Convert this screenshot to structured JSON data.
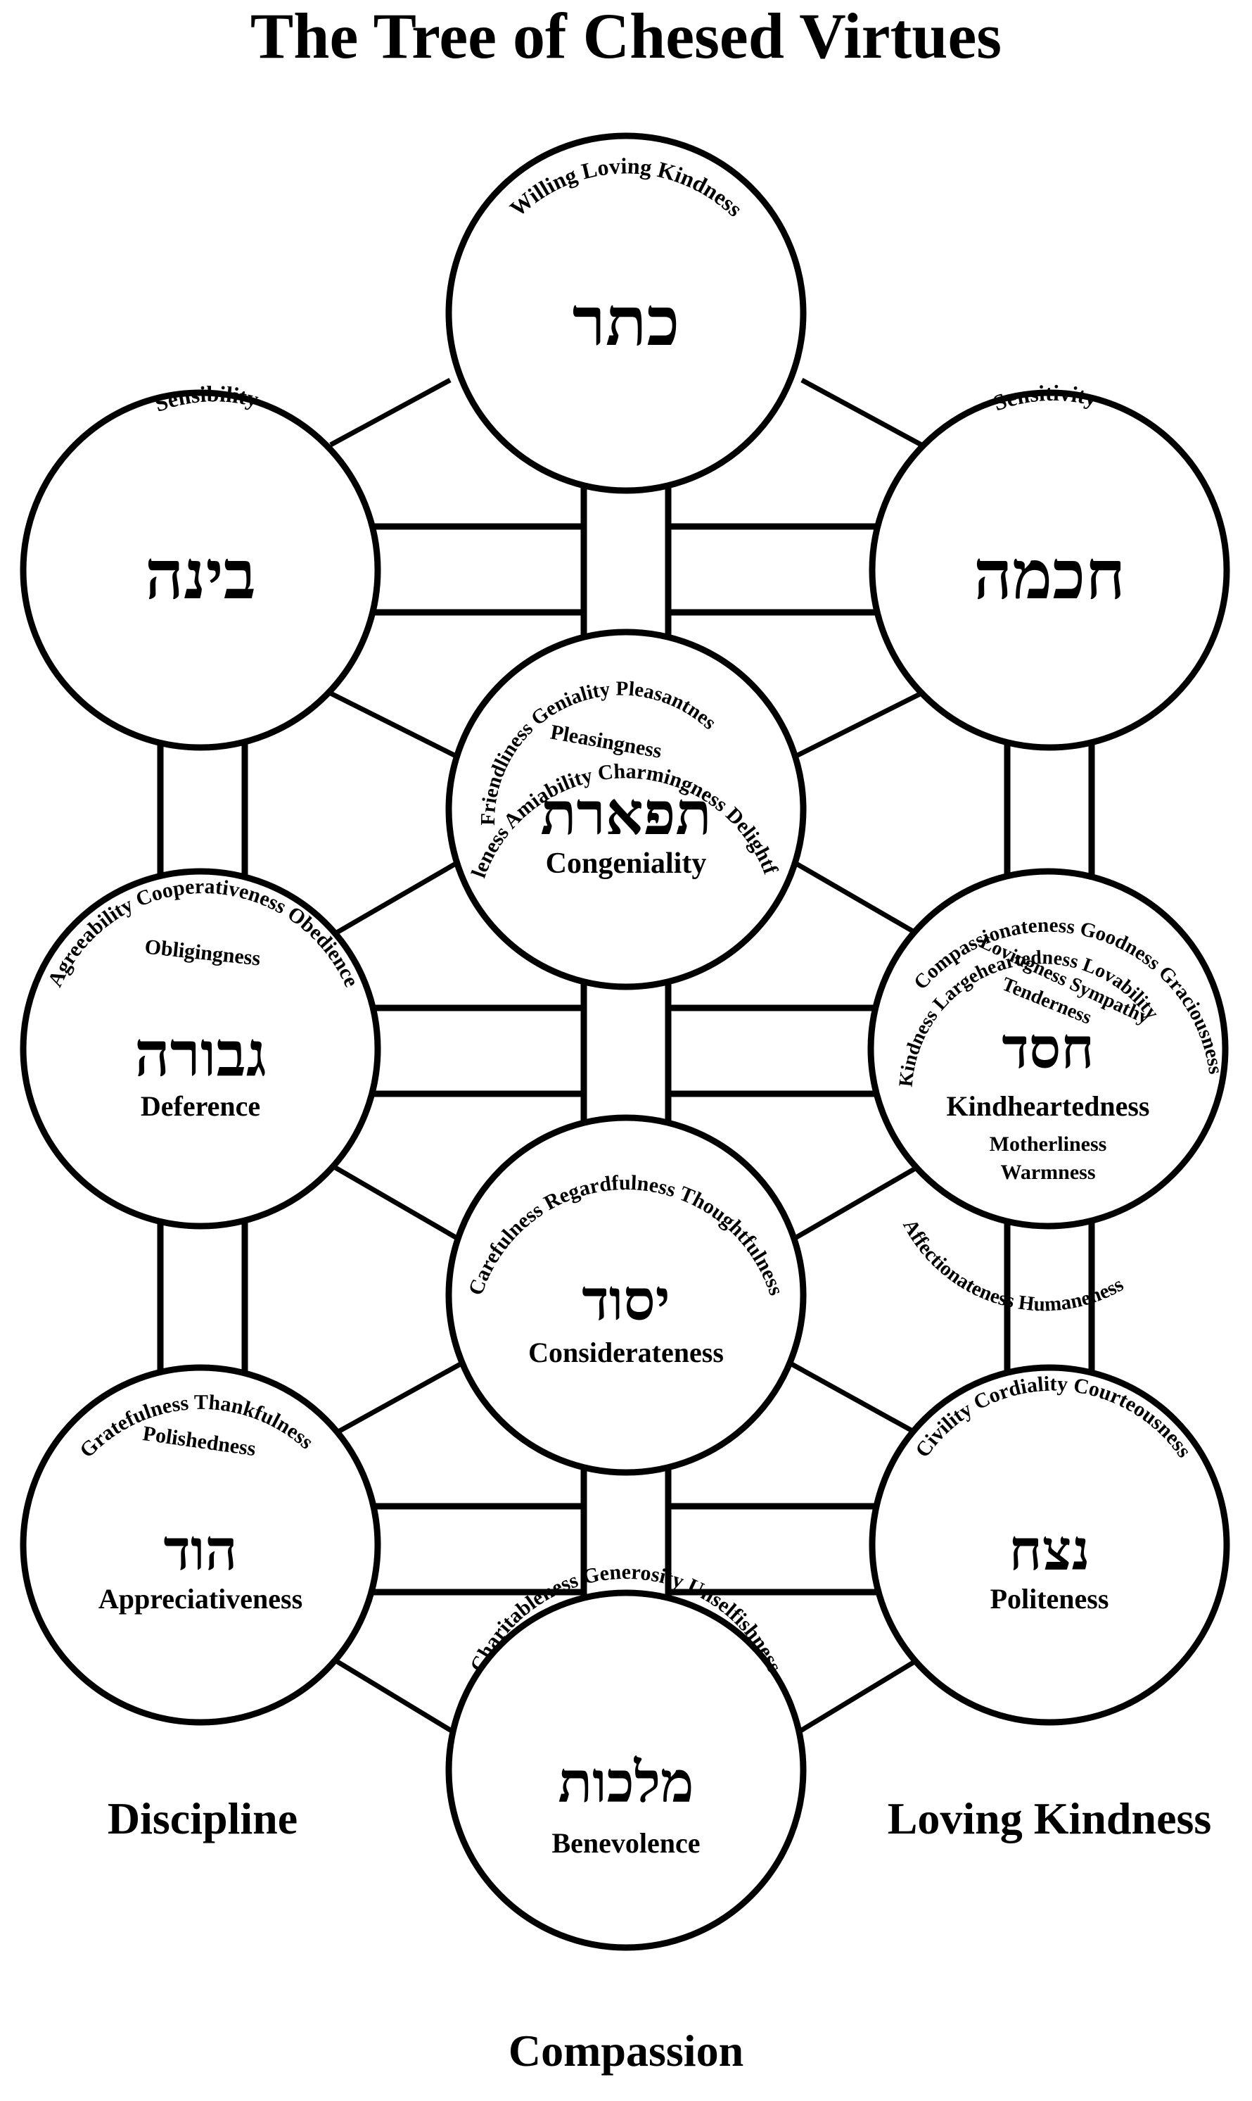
{
  "title": "The Tree of Chesed Virtues",
  "pillars": {
    "left": "Discipline",
    "right": "Loving Kindness",
    "bottom": "Compassion"
  },
  "sefirot": {
    "keter": {
      "hebrew": "כתר",
      "virtue": "",
      "arc_top": "Willing Loving Kindness",
      "arc_inner": "",
      "arc_bottom": "",
      "sub": []
    },
    "binah": {
      "hebrew": "בינה",
      "virtue": "",
      "arc_top": "Sensibility",
      "arc_inner": "",
      "arc_bottom": "",
      "sub": []
    },
    "chokhmah": {
      "hebrew": "חכמה",
      "virtue": "",
      "arc_top": "Sensitivity",
      "arc_inner": "",
      "arc_bottom": "",
      "sub": []
    },
    "tiferet": {
      "hebrew": "תפארת",
      "virtue": "Congeniality",
      "arc_top": "Affableness Amiability Charmingness Delightfulness",
      "arc_inner": "Friendliness Geniality Pleasantness",
      "arc_bottom": "",
      "sub": [
        "Pleasingness"
      ]
    },
    "gevurah": {
      "hebrew": "גבורה",
      "virtue": "Deference",
      "arc_top": "Agreeability Cooperativeness Obedience",
      "arc_inner": "",
      "arc_bottom": "",
      "sub": [
        "Obligingness"
      ]
    },
    "chesed": {
      "hebrew": "חסד",
      "virtue": "Kindheartedness",
      "arc_top": "Compassionateness Goodness Graciousness",
      "arc_inner": "Kindness Largeheartedness Lovability",
      "arc_bottom": "Affectionateness Humaneness",
      "sub": [
        "Lovingness Sympathy",
        "Tenderness",
        "Motherliness",
        "Warmness"
      ]
    },
    "yesod": {
      "hebrew": "יסוד",
      "virtue": "Considerateness",
      "arc_top": "Carefulness Regardfulness Thoughtfulness",
      "arc_inner": "",
      "arc_bottom": "",
      "sub": []
    },
    "hod": {
      "hebrew": "הוד",
      "virtue": "Appreciativeness",
      "arc_top": "Gratefulness Thankfulness",
      "arc_inner": "",
      "arc_bottom": "",
      "sub": [
        "Polishedness"
      ]
    },
    "netzach": {
      "hebrew": "נצח",
      "virtue": "Politeness",
      "arc_top": "Civility Cordiality Courteousness",
      "arc_inner": "",
      "arc_bottom": "",
      "sub": []
    },
    "malkhut": {
      "hebrew": "מלכות",
      "virtue": "Benevolence",
      "arc_top": "Charitableness Generosity Unselfishness",
      "arc_inner": "",
      "arc_bottom": "",
      "sub": []
    }
  },
  "colors": {
    "ink": "#000000",
    "paper": "#ffffff"
  }
}
